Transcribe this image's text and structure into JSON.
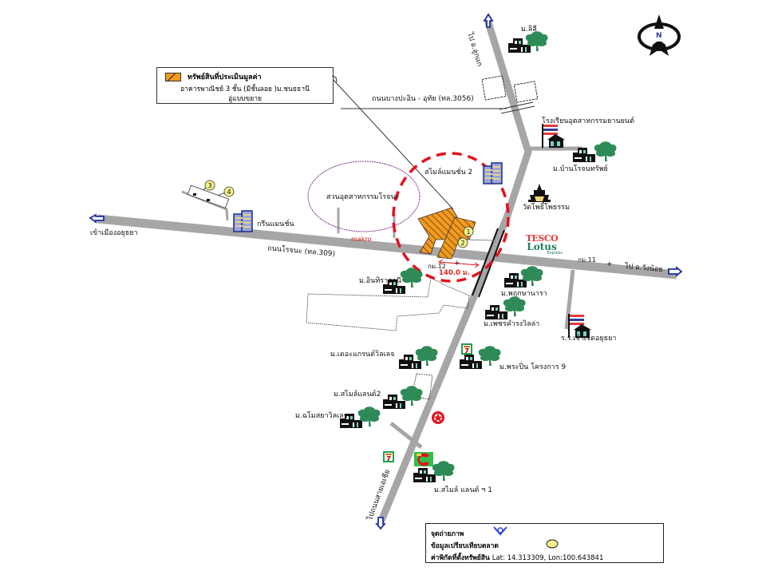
{
  "legend": {
    "title": "ทรัพย์สินที่ประเมินมูลค่า",
    "line2": "อาคารพาณิชย์ 3 ชั้น (มีชั้นลอย )ม.ชนธธานี",
    "line3": "อู่แบบขยาย",
    "swatch_color": "#f39a1e"
  },
  "info": {
    "photo_point_label": "จุดถ่ายภาพ",
    "comparison_label": "ข้อมูลเปรียบเทียบตลาด",
    "coords_label": "ค่าพิกัดที่ตั้งทรัพย์สิน",
    "coords_value": "Lat: 14.313309, Lon:100.643841"
  },
  "compass": {
    "letter": "N"
  },
  "roads": {
    "north_road": "ไป อ.ลูกแก",
    "bangpahan_road": "ถนนบางปะอิน - อุทัย  (ทล.3056)",
    "rojana_road": "ถนนโรจนะ  (ทล.309)",
    "to_ayutthaya": "เข้าเมืองอยุธยา",
    "to_wangnoi": "ไป อ.วังน้อย",
    "to_south": "ไปถนนสายเอเชีย",
    "km_11": "กม.11",
    "km_12": "กม.12",
    "distance": "140.0 ม."
  },
  "places": {
    "lili": "ม.ลิลี",
    "school_industrial": "โรงเรียนอุตสาหกรรมยานยนต์",
    "ban_rojana": "ม.บ้านโรจนทรัพย์",
    "wat": "วัดโพธิ์โพธรรม",
    "condo2": "สไมล์แมนชั่น 2",
    "green_mansion": "กรีนแมนชั่น",
    "industrial_park": "สวนอุตสาหกรรมโรจนะ",
    "makro": "makro",
    "tesco_1": "TESCO",
    "tesco_2": "Lotus",
    "tesco_3": "Express",
    "inthira": "ม.อินทิราธานี",
    "pruksa": "ม.พฤกษานารา",
    "petch": "ม.เพชรคำรงวิลล่า",
    "school_chao": "ร.ร.เจ้าเจ็ดอยุธยา",
    "crown_grand": "ม.เดอะแกรนด์วิลเลจ",
    "prapin": "ม.พระปิ่น โครงการ 9",
    "smile_land2": "ม.สไมล์แลนด์2",
    "chaiya": "ม.ฉโมสยาวิลเลจ",
    "smile_land1": "ม.สไมล์ แลนด์ ฯ 1"
  },
  "markers": [
    "1",
    "2",
    "3",
    "4"
  ],
  "colors": {
    "road": "#a6a6a6",
    "subject": "#f39a1e",
    "radius_circle": "#e4101c",
    "park_circle": "#7b2b8b",
    "marker_fill": "#f4f08c",
    "tree": "#2e8b57",
    "building_blue": "#2a3f9e"
  }
}
